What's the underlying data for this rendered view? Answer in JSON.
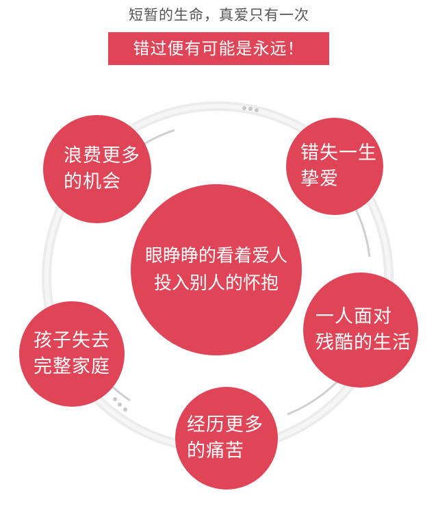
{
  "header": {
    "subtitle": "短暂的生命，真爱只有一次",
    "banner": "错过便有可能是永远！"
  },
  "colors": {
    "accent": "#e04457",
    "ring": "#dcdcdc",
    "text_gray": "#555555"
  },
  "center": {
    "line1": "眼睁睁的看着爱人",
    "line2": "投入别人的怀抱"
  },
  "bubbles": {
    "top_left": {
      "line1": "浪费更多",
      "line2": "的机会"
    },
    "top_right": {
      "line1": "错失一生",
      "line2": "挚爱"
    },
    "right": {
      "line1": "一人面对",
      "line2": "残酷的生活"
    },
    "bottom": {
      "line1": "经历更多",
      "line2": "的痛苦"
    },
    "left": {
      "line1": "孩子失去",
      "line2": "完整家庭"
    }
  }
}
